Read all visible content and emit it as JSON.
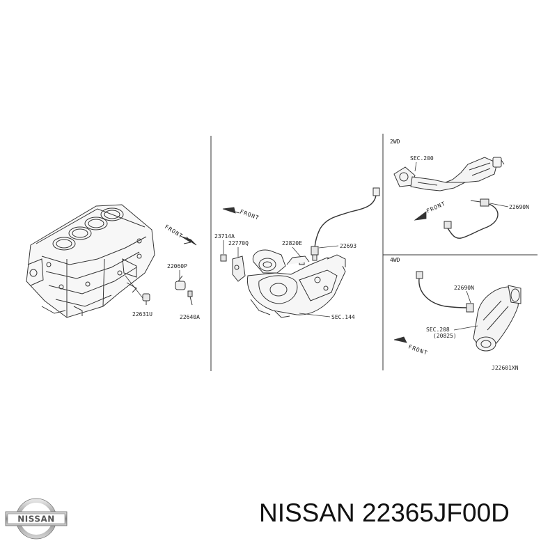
{
  "diagram": {
    "labels": {
      "front_1": "FRONT",
      "p22060p": "22060P",
      "p22631u": "22631U",
      "p22640a": "22640A",
      "front_2": "FRONT",
      "p23714a": "23714A",
      "p22770q": "22770Q",
      "p22820e": "22820E",
      "p22693": "22693",
      "sec144": "SEC.144",
      "wd2": "2WD",
      "sec200": "SEC.200",
      "front_3": "FRONT",
      "p22690n_a": "22690N",
      "wd4": "4WD",
      "p22690n_b": "22690N",
      "sec208": "SEC.208",
      "sec208_sub": "(20825)",
      "front_4": "FRONT",
      "ref": "J22601XN"
    }
  },
  "logo": {
    "text": "NISSAN"
  },
  "caption": {
    "text": "NISSAN 22365JF00D"
  }
}
